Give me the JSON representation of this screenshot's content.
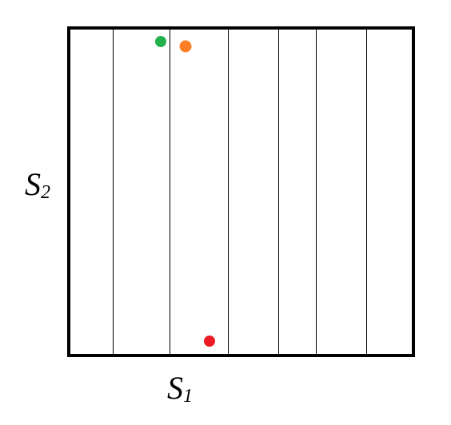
{
  "labels": {
    "s1_letter": "S",
    "s1_sub": "1",
    "s2_letter": "S",
    "s2_sub": "2"
  },
  "points": [
    {
      "name": "green-point",
      "color": "#22b14c"
    },
    {
      "name": "orange-point",
      "color": "#ff7f27"
    },
    {
      "name": "red-point",
      "color": "#ed1c24"
    }
  ],
  "colors": {
    "frame": "#000000",
    "dividers": "#000000",
    "background": "#ffffff"
  }
}
